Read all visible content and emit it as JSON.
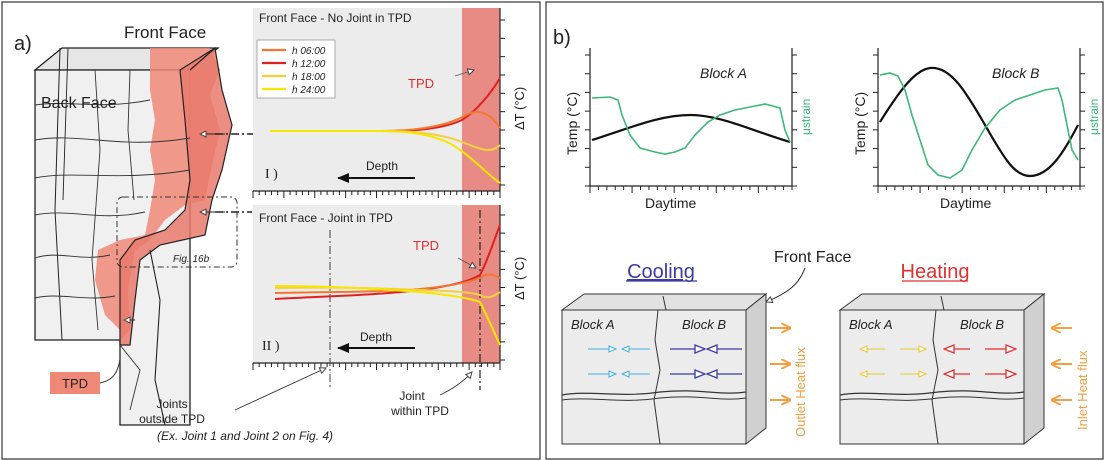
{
  "panel_a": {
    "label": "a)",
    "front_face": "Front Face",
    "back_face": "Back Face",
    "tpd_box": "TPD",
    "fig_ref": "Fig. 16b",
    "joints_outside_1": "Joints",
    "joints_outside_2": "outside TPD",
    "joints_outside_3": "(Ex. Joint 1 and Joint 2 on Fig. 4)",
    "joint_within_1": "Joint",
    "joint_within_2": "within TPD",
    "plot1": {
      "title": "Front Face - No Joint in TPD",
      "roman": "I )",
      "depth": "Depth",
      "tpd": "TPD",
      "ylabel": "ΔT (°C)"
    },
    "plot2": {
      "title": "Front Face - Joint in TPD",
      "roman": "II )",
      "depth": "Depth",
      "tpd": "TPD",
      "ylabel": "ΔT (°C)"
    },
    "legend": [
      {
        "label": "h 06:00",
        "color": "#f07830"
      },
      {
        "label": "h 12:00",
        "color": "#e02020"
      },
      {
        "label": "h 18:00",
        "color": "#f4d040"
      },
      {
        "label": "h 24:00",
        "color": "#f6e600"
      }
    ]
  },
  "panel_b": {
    "label": "b)",
    "chartA": {
      "title": "Block A",
      "ylabel_left": "Temp (°C)",
      "ylabel_right": "μstrain",
      "xlabel": "Daytime"
    },
    "chartB": {
      "title": "Block B",
      "ylabel_left": "Temp (°C)",
      "ylabel_right": "μstrain",
      "xlabel": "Daytime"
    },
    "front_face": "Front Face",
    "cooling": {
      "title": "Cooling",
      "blockA": "Block A",
      "blockB": "Block B",
      "flux": "Outlet Heat flux",
      "color": "#3a3aa0"
    },
    "heating": {
      "title": "Heating",
      "blockA": "Block A",
      "blockB": "Block B",
      "flux": "Inlet Heat flux",
      "color": "#e03030"
    },
    "colors": {
      "temp_line": "#111111",
      "strain_line": "#3cb878",
      "flux_arrow": "#f0a040",
      "cool_small": "#40b0e0",
      "heat_small": "#f0d040"
    }
  }
}
